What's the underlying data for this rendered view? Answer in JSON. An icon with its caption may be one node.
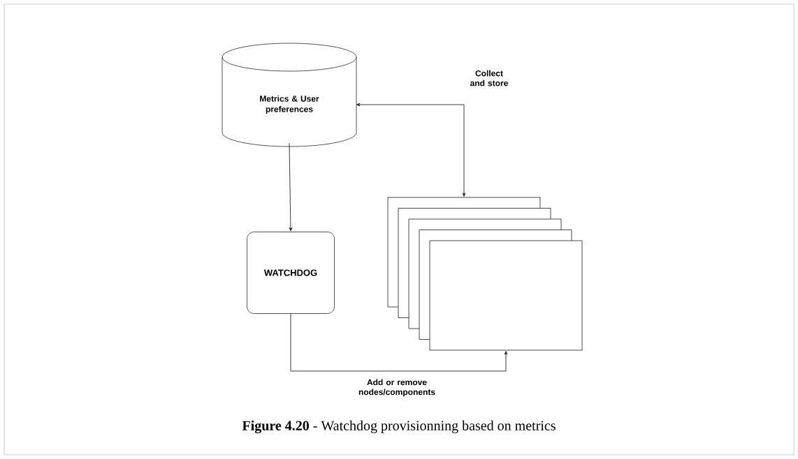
{
  "diagram": {
    "caption": "**Figure 4.20** - Watchdog provisionning based on metrics",
    "nodes": [
      {
        "text": [
          "Metrics & User preferences"
        ]
      },
      {
        "text": [
          "WATCHDOG"
        ]
      },
      {
        "text": [],
        "shape": "box"
      },
      {
        "text": [],
        "shape": "box"
      },
      {
        "text": [],
        "shape": "box"
      },
      {
        "text": [],
        "shape": "box"
      },
      {
        "text": [],
        "shape": "box"
      }
    ],
    "edges": [
      {
        "from": 0,
        "to": 1,
        "arrow": "to"
      },
      {
        "from": 0,
        "to": 2,
        "arrow": "both",
        "label": "Collect and store"
      },
      {
        "from": 1,
        "to": 6,
        "arrow": "to",
        "label": "Add or remove nodes/components"
      }
    ]
  }
}
